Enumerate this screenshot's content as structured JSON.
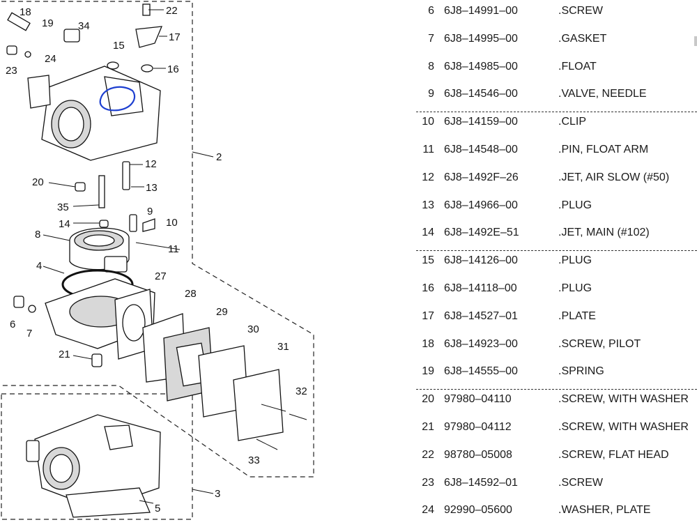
{
  "diagram": {
    "callouts": [
      "18",
      "22",
      "19",
      "34",
      "17",
      "15",
      "24",
      "23",
      "16",
      "2",
      "12",
      "20",
      "13",
      "35",
      "9",
      "14",
      "10",
      "8",
      "11",
      "4",
      "27",
      "28",
      "29",
      "6",
      "7",
      "30",
      "31",
      "21",
      "32",
      "33",
      "3",
      "5"
    ]
  },
  "parts": [
    {
      "ref": "6",
      "part_no": "6J8–14991–00",
      "desc": ".SCREW"
    },
    {
      "ref": "7",
      "part_no": "6J8–14995–00",
      "desc": ".GASKET"
    },
    {
      "ref": "8",
      "part_no": "6J8–14985–00",
      "desc": ".FLOAT"
    },
    {
      "ref": "9",
      "part_no": "6J8–14546–00",
      "desc": ".VALVE, NEEDLE"
    },
    {
      "ref": "10",
      "part_no": "6J8–14159–00",
      "desc": ".CLIP"
    },
    {
      "ref": "11",
      "part_no": "6J8–14548–00",
      "desc": ".PIN, FLOAT ARM"
    },
    {
      "ref": "12",
      "part_no": "6J8–1492F–26",
      "desc": ".JET, AIR SLOW (#50)"
    },
    {
      "ref": "13",
      "part_no": "6J8–14966–00",
      "desc": ".PLUG"
    },
    {
      "ref": "14",
      "part_no": "6J8–1492E–51",
      "desc": ".JET, MAIN (#102)"
    },
    {
      "ref": "15",
      "part_no": "6J8–14126–00",
      "desc": ".PLUG"
    },
    {
      "ref": "16",
      "part_no": "6J8–14118–00",
      "desc": ".PLUG"
    },
    {
      "ref": "17",
      "part_no": "6J8–14527–01",
      "desc": ".PLATE"
    },
    {
      "ref": "18",
      "part_no": "6J8–14923–00",
      "desc": ".SCREW, PILOT"
    },
    {
      "ref": "19",
      "part_no": "6J8–14555–00",
      "desc": ".SPRING"
    },
    {
      "ref": "20",
      "part_no": "97980–04110",
      "desc": ".SCREW, WITH WASHER"
    },
    {
      "ref": "21",
      "part_no": "97980–04112",
      "desc": ".SCREW, WITH WASHER"
    },
    {
      "ref": "22",
      "part_no": "98780–05008",
      "desc": ".SCREW, FLAT HEAD"
    },
    {
      "ref": "23",
      "part_no": "6J8–14592–01",
      "desc": ".SCREW"
    },
    {
      "ref": "24",
      "part_no": "92990–05600",
      "desc": ".WASHER, PLATE"
    }
  ],
  "colors": {
    "highlight_circle": "#1d3fd0",
    "text": "#1a1a1a",
    "separator": "#333333"
  }
}
